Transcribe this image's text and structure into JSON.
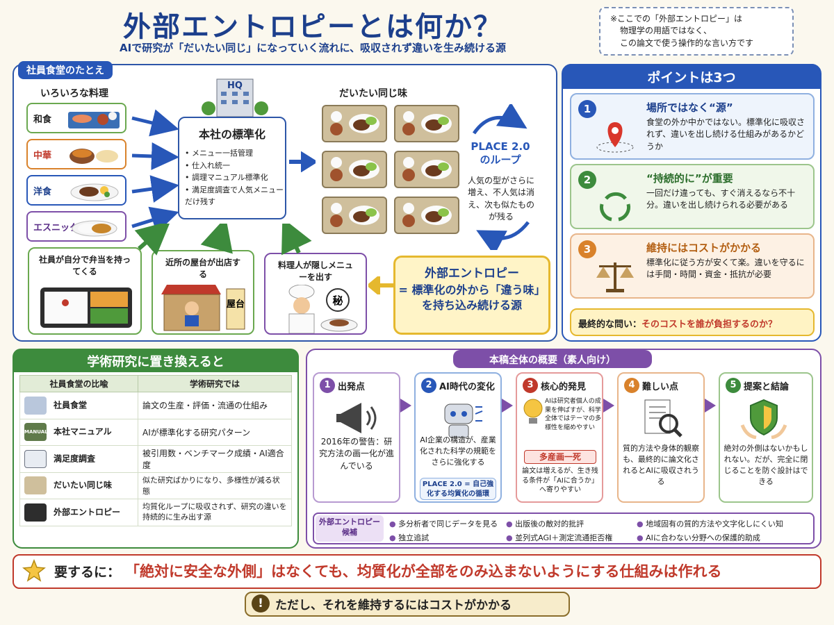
{
  "title": "外部エントロピーとは何か？",
  "subtitle": "AIで研究が「だいたい同じ」になっていく流れに、吸収されず違いを生み続ける源",
  "note": [
    "※ここでの「外部エントロピー」は",
    "物理学の用語ではなく、",
    "この論文で使う操作的な言い方です"
  ],
  "canteen": {
    "tag": "社員食堂のたとえ",
    "dishes_label": "いろいろな料理",
    "dishes": [
      "和食",
      "中華",
      "洋食",
      "エスニック"
    ],
    "hq_sign": "HQ",
    "hq_title": "本社の標準化",
    "hq_items": [
      "メニュー一括管理",
      "仕入れ統一",
      "調理マニュアル標準化",
      "満足度調査で人気メニューだけ残す"
    ],
    "same_label": "だいたい同じ味",
    "loop_title": "PLACE 2.0のループ",
    "loop_text": "人気の型がさらに増え、不人気は消え、次も似たものが残る",
    "sources": [
      "社員が自分で弁当を持ってくる",
      "近所の屋台が出店する",
      "料理人が隠しメニューを出す"
    ],
    "stall_sign": "屋台",
    "secret_mark": "秘",
    "ext_title": "外部エントロピー",
    "ext_desc": "= 標準化の外から「違う味」を持ち込み続ける源"
  },
  "points": {
    "header": "ポイントは3つ",
    "items": [
      {
        "num": "1",
        "title": "場所ではなく“源”",
        "desc": "食堂の外か中かではない。標準化に吸収されず、違いを出し続ける仕組みがあるかどうか",
        "icon": "location-pin-icon",
        "color": "#2857b8"
      },
      {
        "num": "2",
        "title": "“持続的に”が重要",
        "desc": "一回だけ違っても、すぐ消えるなら不十分。違いを出し続けられる必要がある",
        "icon": "recycle-arrows-icon",
        "color": "#3d8b3d"
      },
      {
        "num": "3",
        "title": "維持にはコストがかかる",
        "desc": "標準化に従う方が安くて楽。違いを守るには手間・時間・資金・抵抗が必要",
        "icon": "scale-icon",
        "color": "#d9822b"
      }
    ],
    "final_label": "最終的な問い：",
    "final_question": "そのコストを誰が負担するのか？"
  },
  "academic": {
    "tag": "学術研究に置き換えると",
    "col1": "社員食堂の比喩",
    "col2": "学術研究では",
    "rows": [
      {
        "a": "社員食堂",
        "b": "論文の生産・評価・流通の仕組み"
      },
      {
        "a": "本社マニュアル",
        "b": "AIが標準化する研究パターン"
      },
      {
        "a": "満足度調査",
        "b": "被引用数・ベンチマーク成績・AI適合度"
      },
      {
        "a": "だいたい同じ味",
        "b": "似た研究ばかりになり、多様性が減る状態"
      },
      {
        "a": "外部エントロピー",
        "b": "均質化ループに吸収されず、研究の違いを持続的に生み出す源"
      }
    ],
    "manual_label": "MANUAL"
  },
  "overview": {
    "tag": "本稿全体の概要（素人向け）",
    "steps": [
      {
        "num": "1",
        "title": "出発点",
        "body": "2016年の警告：研究方法の画一化が進んでいる",
        "color": "#7d4fa8"
      },
      {
        "num": "2",
        "title": "AI時代の変化",
        "body": "AI企業の構造が、産業化された科学の規範をさらに強化する",
        "extra": "PLACE 2.0 = 自己強化する均質化の循環",
        "color": "#2857b8"
      },
      {
        "num": "3",
        "title": "核心的発見",
        "body": "AIは研究者個人の成果を伸ばすが、科学全体ではテーマの多様性を縮めやすい",
        "badge": "多産画一死",
        "extra": "論文は増えるが、生き残る条件が「AIに合うか」へ寄りやすい",
        "color": "#c0392b"
      },
      {
        "num": "4",
        "title": "難しい点",
        "body": "質的方法や身体的観察も、最終的に論文化されるとAIに吸収されうる",
        "color": "#d9822b"
      },
      {
        "num": "5",
        "title": "提案と結論",
        "body": "絶対の外側はないかもしれない。だが、完全に閉じることを防ぐ設計はできる",
        "color": "#3d8b3d"
      }
    ],
    "cand_label": "外部エントロピー候補",
    "candidates": [
      "多分析者で同じデータを見る",
      "出版後の敵対的批評",
      "地域固有の質的方法や文字化しにくい知",
      "独立追試",
      "並列式AGI＋測定流通拒否権",
      "AIに合わない分野への保護的助成"
    ]
  },
  "summary": {
    "label": "要するに：",
    "text": "「絶対に安全な外側」はなくても、均質化が全部をのみ込まないようにする仕組みは作れる"
  },
  "warning": {
    "icon": "!",
    "text": "ただし、それを維持するにはコストがかかる"
  }
}
